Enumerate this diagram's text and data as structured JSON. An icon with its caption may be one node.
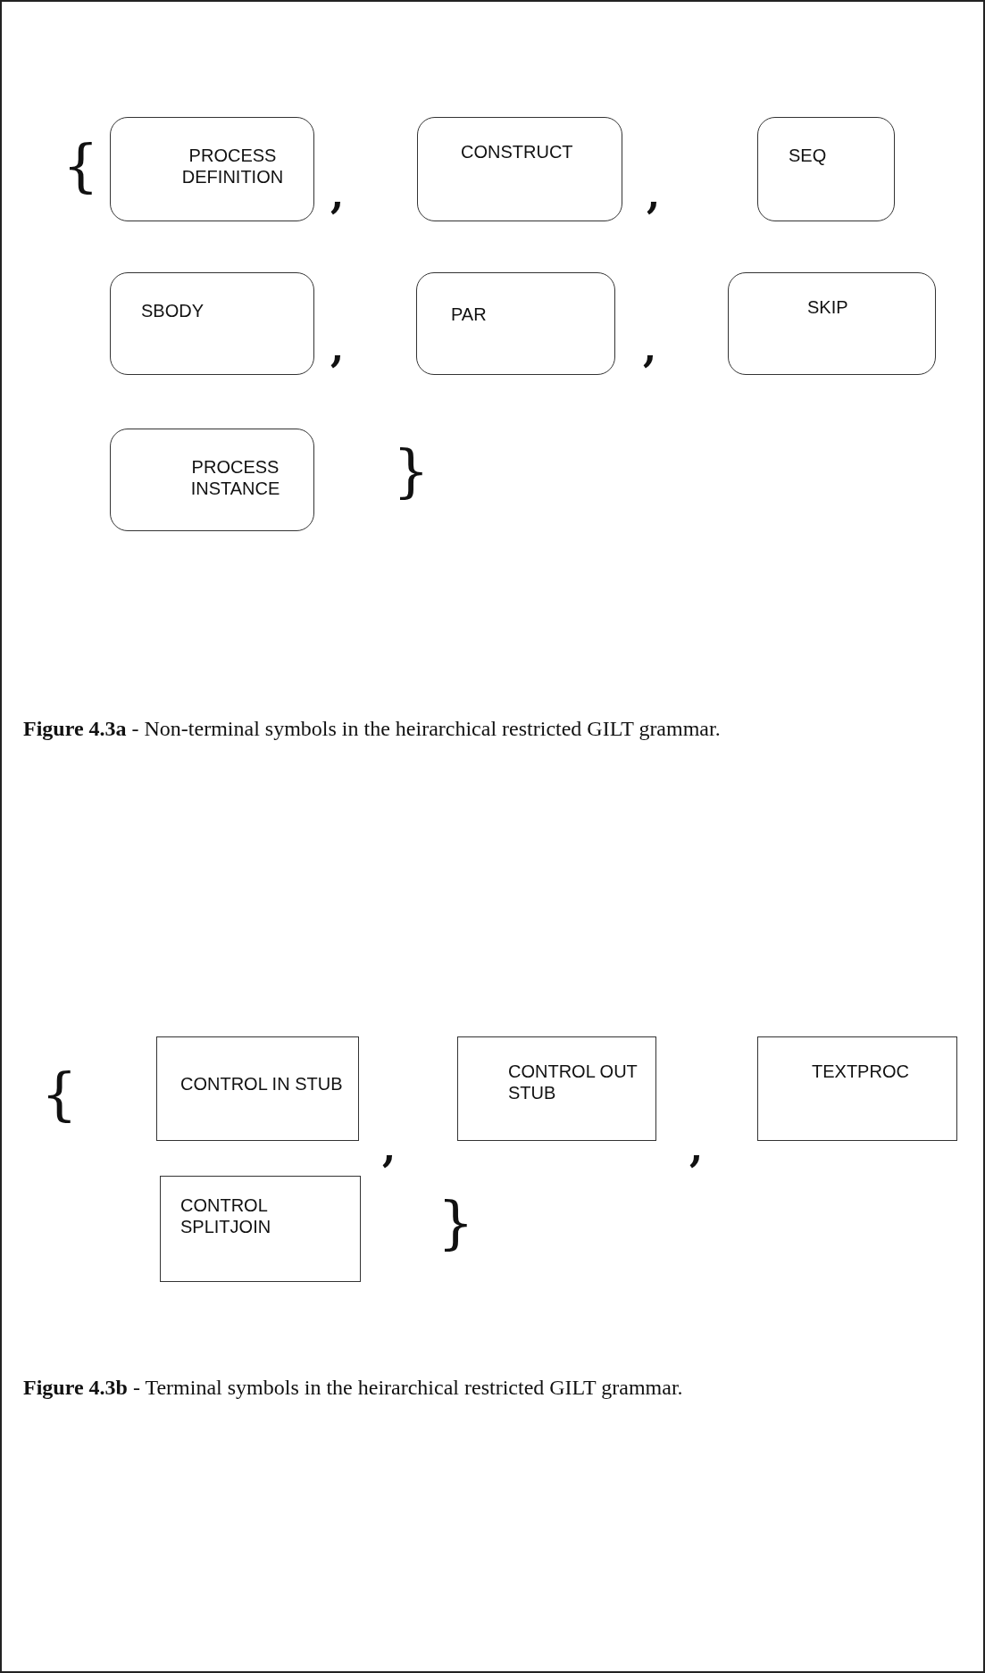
{
  "diagram": {
    "nodes": [
      {
        "text": [
          "PROCESS DEFINITION"
        ]
      },
      {
        "text": [
          "CONSTRUCT"
        ]
      },
      {
        "text": [
          "SEQ"
        ]
      },
      {
        "text": [
          "SBODY"
        ]
      },
      {
        "text": [
          "PAR"
        ]
      },
      {
        "text": [
          "SKIP"
        ]
      },
      {
        "text": [
          "PROCESS INSTANCE"
        ]
      },
      {
        "text": [
          "CONTROL IN STUB"
        ]
      },
      {
        "text": [
          "CONTROL OUT STUB"
        ]
      },
      {
        "text": [
          "TEXTPROC"
        ]
      },
      {
        "text": [
          "CONTROL SPLITJOIN"
        ]
      }
    ],
    "labels": [
      "{",
      ",",
      ",",
      ",",
      ",",
      "}",
      "**Figure 4.3a** - Non-terminal symbols in the heirarchical restricted GILT grammar.",
      "{",
      ",",
      ",",
      "}",
      "**Figure 4.3b** - Terminal symbols in the heirarchical restricted GILT grammar."
    ]
  }
}
